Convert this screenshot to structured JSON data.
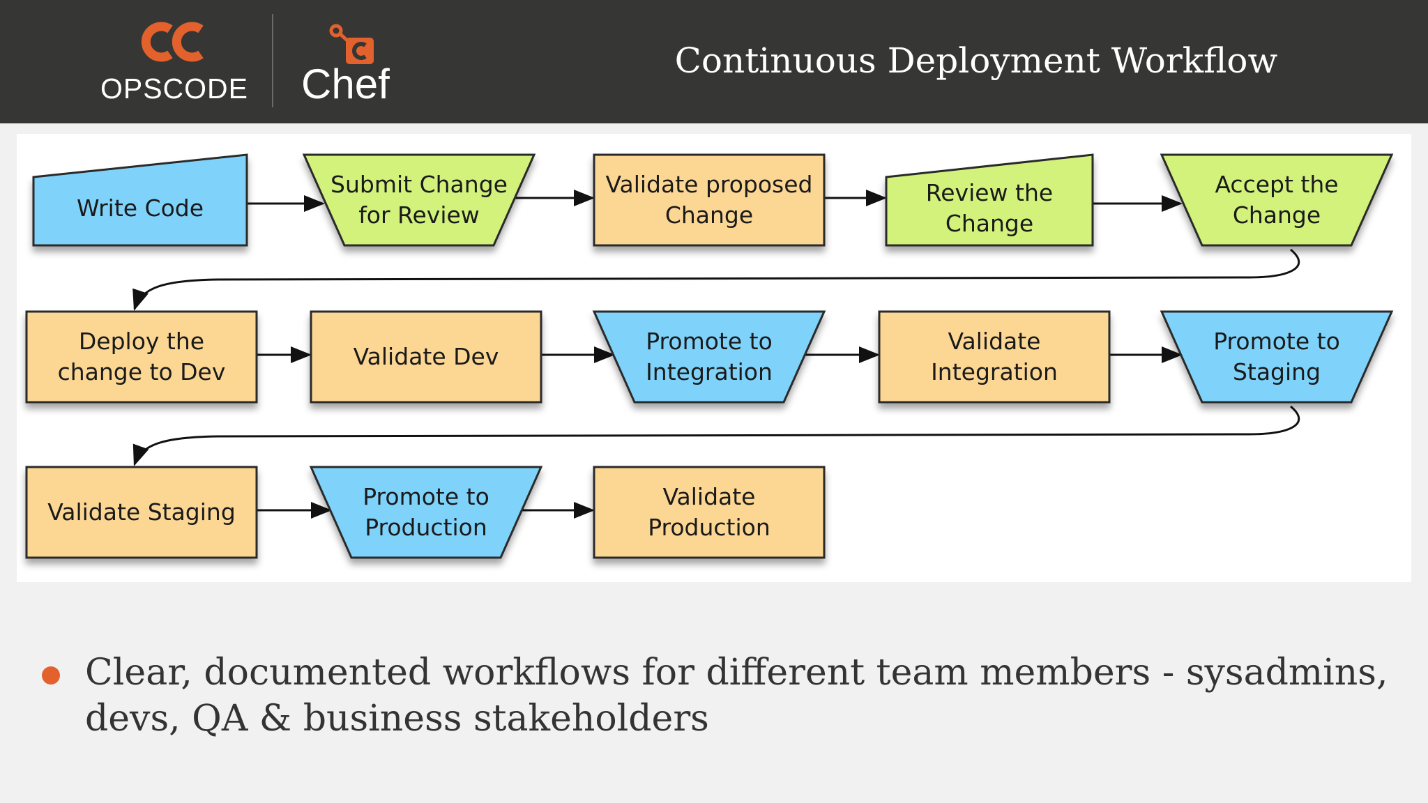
{
  "header": {
    "opscode_logo_text": "OPSCODE",
    "chef_logo_text": "Chef",
    "title": "Continuous Deployment Workflow"
  },
  "colors": {
    "header_bg": "#363635",
    "brand_orange": "#e2612c",
    "blue_node": "#7fd3fb",
    "green_node": "#d2f27c",
    "orange_node": "#fcd794",
    "bullet": "#e2612c"
  },
  "diagram": {
    "rows": [
      [
        {
          "label": [
            "Write Code"
          ],
          "shape": "manual-input",
          "color": "blue"
        },
        {
          "label": [
            "Submit Change",
            "for Review"
          ],
          "shape": "trapezoid",
          "color": "green"
        },
        {
          "label": [
            "Validate proposed",
            "Change"
          ],
          "shape": "rect",
          "color": "orange"
        },
        {
          "label": [
            "Review the",
            "Change"
          ],
          "shape": "manual-input",
          "color": "green"
        },
        {
          "label": [
            "Accept the",
            "Change"
          ],
          "shape": "trapezoid",
          "color": "green"
        }
      ],
      [
        {
          "label": [
            "Deploy the",
            "change to Dev"
          ],
          "shape": "rect",
          "color": "orange"
        },
        {
          "label": [
            "Validate Dev"
          ],
          "shape": "rect",
          "color": "orange"
        },
        {
          "label": [
            "Promote to",
            "Integration"
          ],
          "shape": "trapezoid",
          "color": "blue"
        },
        {
          "label": [
            "Validate",
            "Integration"
          ],
          "shape": "rect",
          "color": "orange"
        },
        {
          "label": [
            "Promote to",
            "Staging"
          ],
          "shape": "trapezoid",
          "color": "blue"
        }
      ],
      [
        {
          "label": [
            "Validate Staging"
          ],
          "shape": "rect",
          "color": "orange"
        },
        {
          "label": [
            "Promote to",
            "Production"
          ],
          "shape": "trapezoid",
          "color": "blue"
        },
        {
          "label": [
            "Validate",
            "Production"
          ],
          "shape": "rect",
          "color": "orange"
        }
      ]
    ]
  },
  "bullets": [
    "Clear, documented workflows for different team members - sysadmins, devs, QA & business stakeholders"
  ]
}
